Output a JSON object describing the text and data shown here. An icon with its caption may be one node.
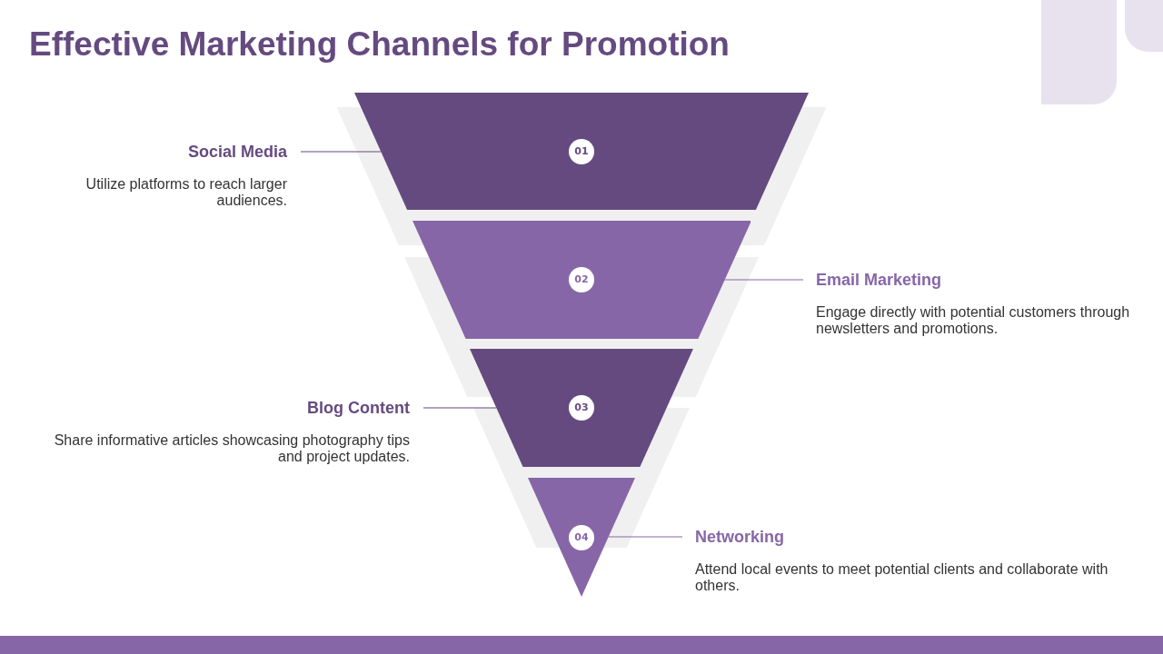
{
  "diagram": {
    "title": "Effective Marketing Channels for Promotion",
    "nodes": [
      {
        "text": [
          "Social Media",
          "Utilize platforms to reach larger audiences."
        ]
      },
      {
        "text": [
          "01"
        ]
      },
      {
        "text": [
          "02"
        ]
      },
      {
        "text": [
          "Email Marketing",
          "Engage directly with potential customers through newsletters and promotions."
        ]
      },
      {
        "text": [
          "Blog Content",
          "Share informative articles showcasing photography tips and project updates."
        ]
      },
      {
        "text": [
          "03"
        ]
      },
      {
        "text": [
          "04"
        ]
      },
      {
        "text": [
          "Networking",
          "Attend local events to meet potential clients and collaborate with others."
        ]
      }
    ],
    "edges": [
      {
        "from": 0,
        "to": 1,
        "arrow": "none"
      },
      {
        "from": 3,
        "to": 2,
        "arrow": "none",
        "color": "#8766a8"
      },
      {
        "from": 4,
        "to": 5,
        "arrow": "none"
      },
      {
        "from": 7,
        "to": 6,
        "arrow": "none",
        "color": "#8766a8"
      }
    ]
  }
}
